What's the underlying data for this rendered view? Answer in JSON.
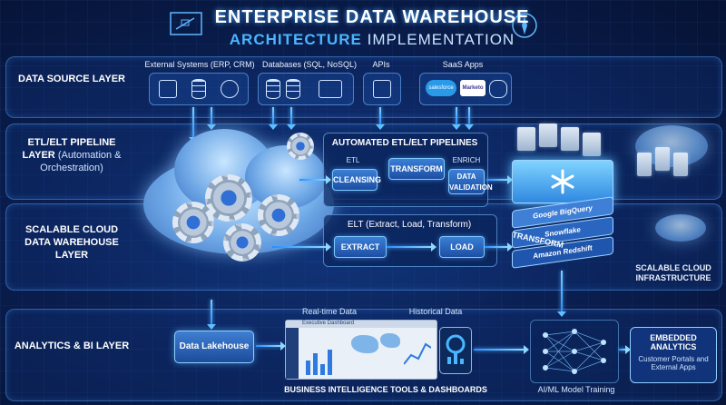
{
  "title": {
    "line1": "ENTERPRISE DATA WAREHOUSE",
    "line2_bold": "ARCHITECTURE",
    "line2_light": "IMPLEMENTATION"
  },
  "layers": {
    "source": {
      "label": "DATA SOURCE LAYER"
    },
    "etl": {
      "label": "ETL/ELT PIPELINE LAYER",
      "sub": "(Automation & Orchestration)"
    },
    "cloud": {
      "label": "SCALABLE CLOUD DATA WAREHOUSE LAYER"
    },
    "analytics": {
      "label": "ANALYTICS & BI LAYER"
    }
  },
  "sources": {
    "external": "External Systems (ERP, CRM)",
    "databases": "Databases (SQL, NoSQL)",
    "apis": "APIs",
    "saas": "SaaS Apps",
    "saas_logo1": "salesforce",
    "saas_logo2": "Marketo"
  },
  "pipelines": {
    "automated_title": "AUTOMATED ETL/ELT PIPELINES",
    "etl_caption": "ETL",
    "cleansing": "CLEANSING",
    "transform": "TRANSFORM",
    "enrich_caption": "ENRICH",
    "validation": "DATA VALIDATION",
    "elt_title": "ELT (Extract, Load, Transform)",
    "extract": "EXTRACT",
    "load": "LOAD"
  },
  "warehouse": {
    "tier1": "Google BigQuery",
    "tier2": "Snowflake",
    "tier3": "Amazon Redshift",
    "transform": "TRANSFORM",
    "infra_label": "SCALABLE CLOUD INFRASTRUCTURE"
  },
  "analytics": {
    "lakehouse": "Data Lakehouse",
    "realtime": "Real-time Data",
    "historical": "Historical Data",
    "dashboard_header": "Executive Dashboard",
    "bi_caption": "BUSINESS INTELLIGENCE TOOLS & DASHBOARDS",
    "ml_caption": "AI/ML Model Training",
    "embedded_title": "EMBEDDED ANALYTICS",
    "embedded_sub": "Customer Portals and External Apps"
  },
  "icons": [
    "blueprint-icon",
    "compass-icon",
    "gear-icon",
    "cloud-icon",
    "server-icon",
    "database-icon",
    "code-icon",
    "neural-network-icon",
    "tablet-icon"
  ]
}
